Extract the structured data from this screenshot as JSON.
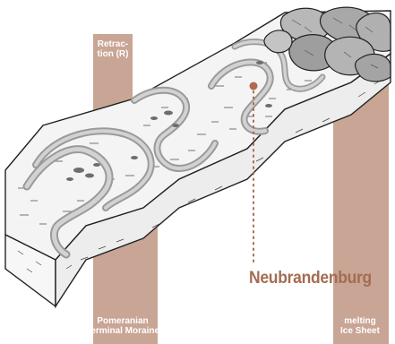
{
  "labels": {
    "retraction_line1": "Retrac-",
    "retraction_line2": "tion (R)",
    "pomeranian_line1": "Pomeranian",
    "pomeranian_line2": "Terminal Moraine",
    "icesheet_line1": "melting",
    "icesheet_line2": "Ice Sheet",
    "town": "Neubrandenburg"
  },
  "colors": {
    "band": "#c9a595",
    "town_text": "#a46c52",
    "town_marker": "#b06a4e",
    "moraine": "#bdbdbd",
    "ink": "#222222"
  }
}
